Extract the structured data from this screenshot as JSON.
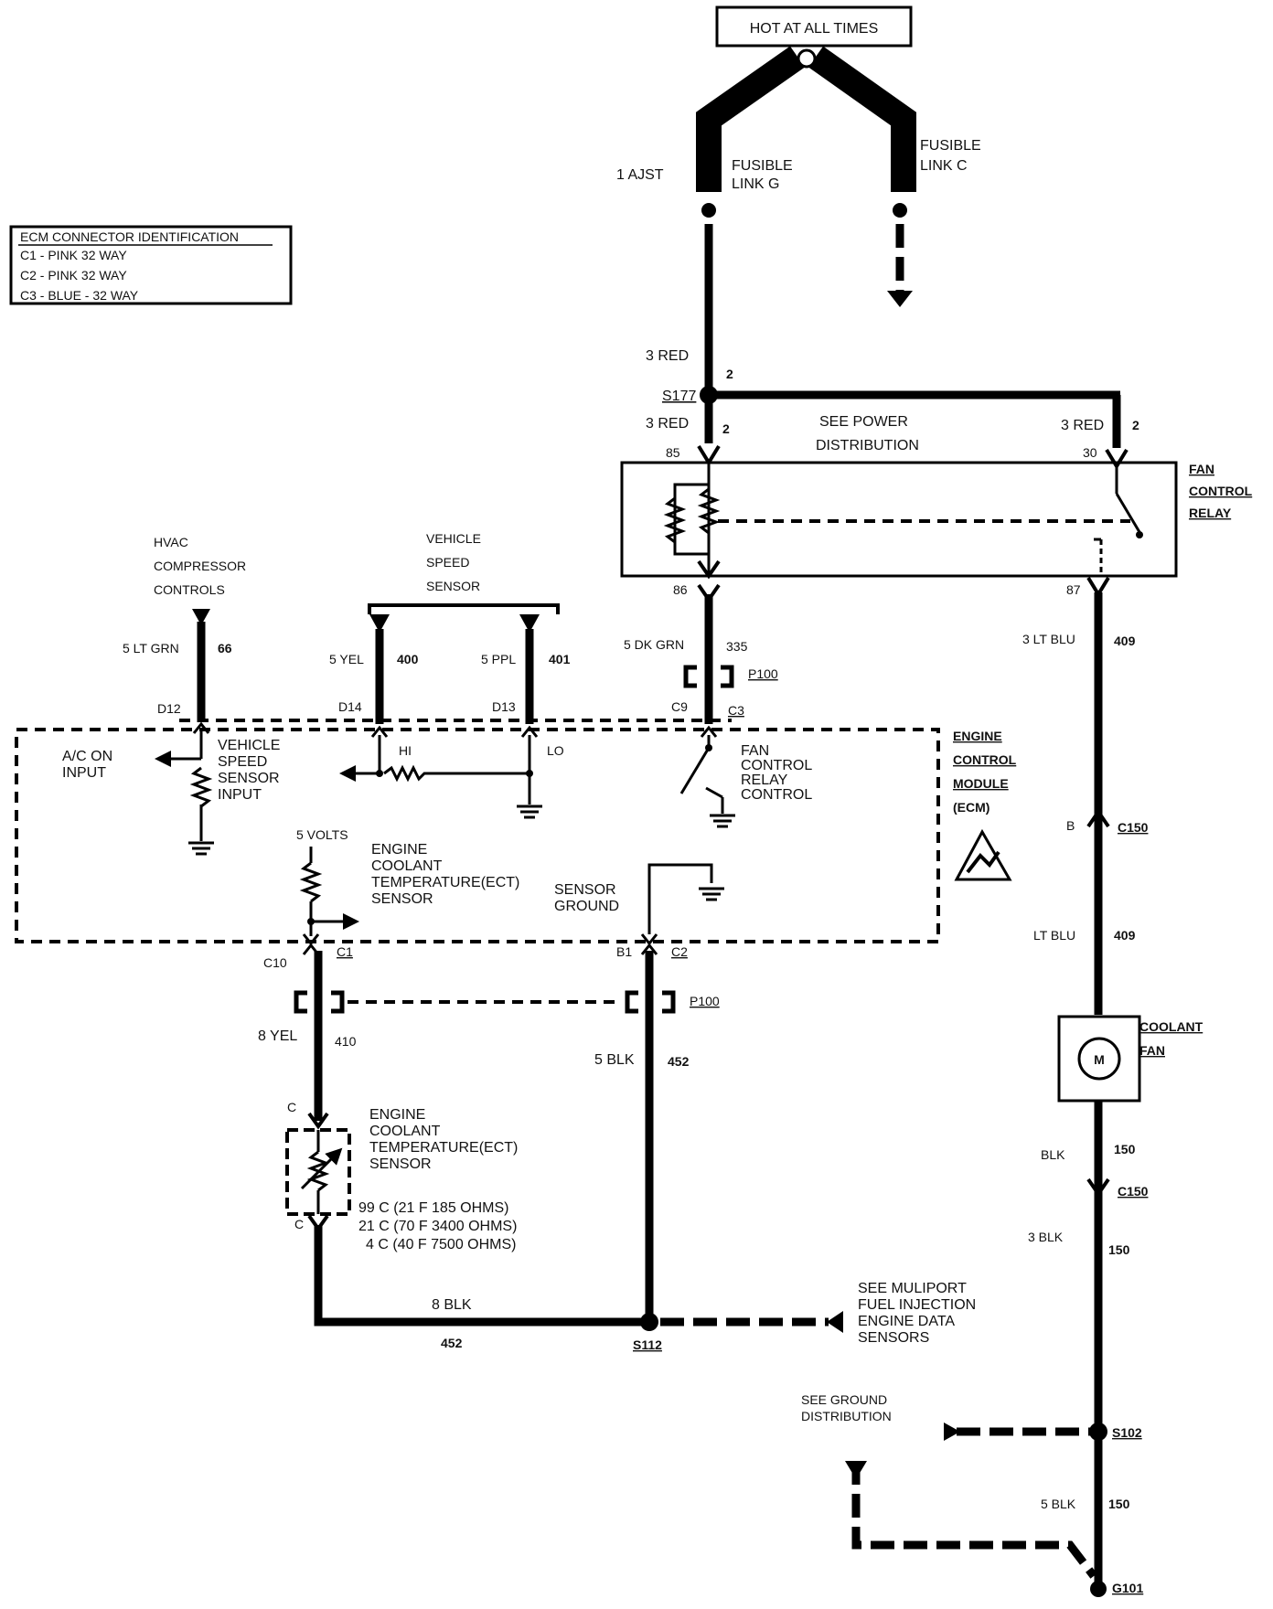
{
  "power": {
    "hot_label": "HOT AT ALL TIMES",
    "fusible_g": [
      "FUSIBLE",
      "LINK G"
    ],
    "fusible_c": [
      "FUSIBLE",
      "LINK C"
    ],
    "ajst": "1 AJST"
  },
  "ecm_table": {
    "header": "ECM CONNECTOR IDENTIFICATION",
    "rows": [
      "C1 - PINK   32 WAY",
      "C2 - PINK   32 WAY",
      "C3 - BLUE - 32 WAY"
    ]
  },
  "top_wiring": {
    "w1_color": "3 RED",
    "w1_circuit": "2",
    "splice_s177": "S177",
    "w2_color": "3 RED",
    "w2_circuit": "2",
    "w3_color": "3 RED",
    "w3_circuit": "2",
    "see_power": [
      "SEE POWER",
      "DISTRIBUTION"
    ],
    "pin85": "85",
    "pin30": "30",
    "pin86": "86",
    "pin87": "87"
  },
  "relay": {
    "label": [
      "FAN",
      "CONTROL",
      "RELAY"
    ]
  },
  "hvac": {
    "label": [
      "HVAC",
      "COMPRESSOR",
      "CONTROLS"
    ],
    "wire_color": "5 LT GRN",
    "circuit": "66",
    "pin": "D12"
  },
  "vss": {
    "label": [
      "VEHICLE",
      "SPEED",
      "SENSOR"
    ],
    "w1_color": "5 YEL",
    "w1_circuit": "400",
    "w1_pin": "D14",
    "w2_color": "5 PPL",
    "w2_circuit": "401",
    "w2_pin": "D13"
  },
  "relay_ctrl": {
    "wire_color": "5 DK GRN",
    "circuit": "335",
    "p100": "P100",
    "pin": "C9",
    "conn": "C3"
  },
  "ecm": {
    "label": [
      "ENGINE",
      "CONTROL",
      "MODULE",
      "(ECM)"
    ],
    "ac_on": [
      "A/C ON",
      "INPUT"
    ],
    "vss_input": [
      "VEHICLE",
      "SPEED",
      "SENSOR",
      "INPUT"
    ],
    "hi": "HI",
    "lo": "LO",
    "fan_ctrl": [
      "FAN",
      "CONTROL",
      "RELAY",
      "CONTROL"
    ],
    "five_volts": "5 VOLTS",
    "ect": [
      "ENGINE",
      "COOLANT",
      "TEMPERATURE(ECT)",
      "SENSOR"
    ],
    "sensor_ground": [
      "SENSOR",
      "GROUND"
    ]
  },
  "lower_left": {
    "pin_c10": "C10",
    "conn_c1": "C1",
    "pin_b1": "B1",
    "conn_c2": "C2",
    "p100": "P100",
    "ect_wire_color": "8 YEL",
    "ect_wire_circuit": "410",
    "gnd_wire_color": "5 BLK",
    "gnd_wire_circuit": "452",
    "c_top": "C",
    "c_bot": "C",
    "ect_sensor": [
      "ENGINE",
      "COOLANT",
      "TEMPERATURE(ECT)",
      "SENSOR"
    ],
    "temps": [
      "99  C (21 F 185 OHMS)",
      "21  C (70 F  3400 OHMS)",
      "4  C (40 F 7500 OHMS)"
    ],
    "bottom_wire_color": "8 BLK",
    "bottom_wire_circuit": "452",
    "splice_s112": "S112",
    "see_mfi": [
      "SEE MULIPORT",
      "FUEL INJECTION",
      "ENGINE DATA",
      "SENSORS"
    ]
  },
  "right_side": {
    "w1_color": "3 LT BLU",
    "w1_circuit": "409",
    "pin_b": "B",
    "c150_top": "C150",
    "w2_color": "LT BLU",
    "w2_circuit": "409",
    "fan_label": [
      "COOLANT",
      "FAN"
    ],
    "motor": "M",
    "w3_color": "BLK",
    "w3_circuit": "150",
    "c150_bot": "C150",
    "w4_color": "3 BLK",
    "w4_circuit": "150",
    "see_ground": [
      "SEE GROUND",
      "DISTRIBUTION"
    ],
    "splice_s102": "S102",
    "w5_color": "5 BLK",
    "w5_circuit": "150",
    "ground_g101": "G101"
  }
}
